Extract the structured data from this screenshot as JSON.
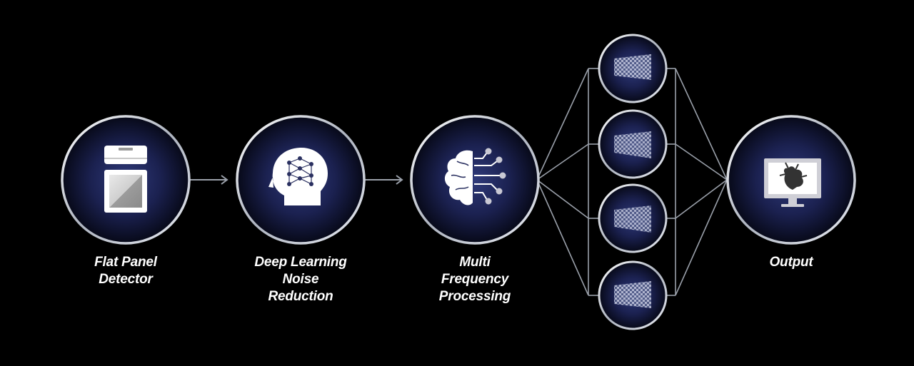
{
  "stages": {
    "flat_panel_detector": {
      "lines": [
        "Flat Panel",
        "Detector"
      ],
      "icon": "flat-panel-detector-icon"
    },
    "deep_learning": {
      "lines": [
        "Deep Learning",
        "Noise",
        "Reduction"
      ],
      "icon": "ai-head-icon"
    },
    "multi_frequency": {
      "lines": [
        "Multi",
        "Frequency",
        "Processing"
      ],
      "icon": "brain-circuit-icon"
    },
    "frequency_bands": {
      "count": 4,
      "icon": "frequency-pattern-icon"
    },
    "output": {
      "lines": [
        "Output"
      ],
      "icon": "monitor-heart-icon"
    }
  },
  "colors": {
    "background": "#000000",
    "circle_center": "#2a3470",
    "circle_edge": "#080a1c",
    "ring": "#d9dde6",
    "connector": "#9aa0aa",
    "icon": "#ffffff",
    "text": "#ffffff"
  }
}
